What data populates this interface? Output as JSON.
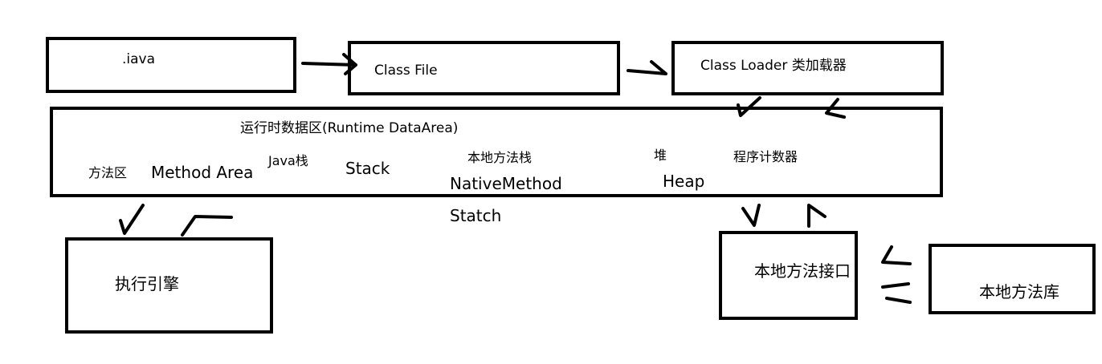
{
  "diagram": {
    "java_source": ".iava",
    "class_file": "Class File",
    "class_loader": "Class Loader 类加载器",
    "runtime_area": {
      "title": "运行时数据区(Runtime DataArea)",
      "method_area_cn": "方法区",
      "method_area_en": "Method Area",
      "java_stack_cn": "Java栈",
      "java_stack_en": "Stack",
      "native_stack_cn": "本地方法栈",
      "native_stack_en_1": "NativeMethod",
      "native_stack_en_2": "Statch",
      "heap_cn": "堆",
      "heap_en": "Heap",
      "pc_register_cn": "程序计数器"
    },
    "execution_engine": "执行引擎",
    "native_interface": "本地方法接口",
    "native_library": "本地方法库"
  }
}
